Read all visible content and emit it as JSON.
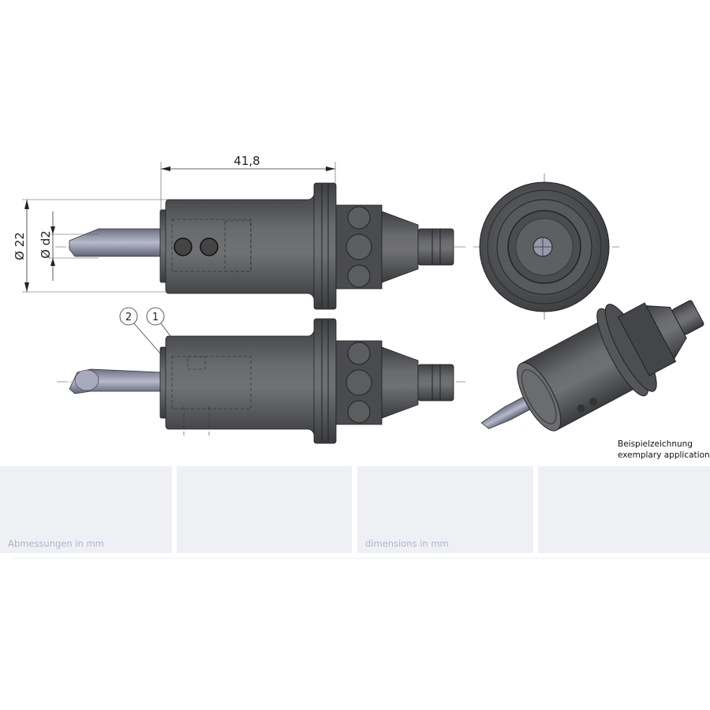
{
  "dimensions": {
    "length": "41,8",
    "diameter_outer": "Ø 22",
    "diameter_tool": "Ø d2"
  },
  "callouts": [
    "2",
    "1"
  ],
  "caption": {
    "line1": "Beispielzeichnung",
    "line2": "exemplary application"
  },
  "panels": [
    {
      "label": "Abmessungen in mm"
    },
    {
      "label": ""
    },
    {
      "label": "dimensions in mm"
    },
    {
      "label": ""
    }
  ],
  "colors": {
    "body": "#5a5b5e",
    "tool": "#9a9cb0",
    "panel": "#eff0f4",
    "panel_text": "#b0b3cc"
  }
}
